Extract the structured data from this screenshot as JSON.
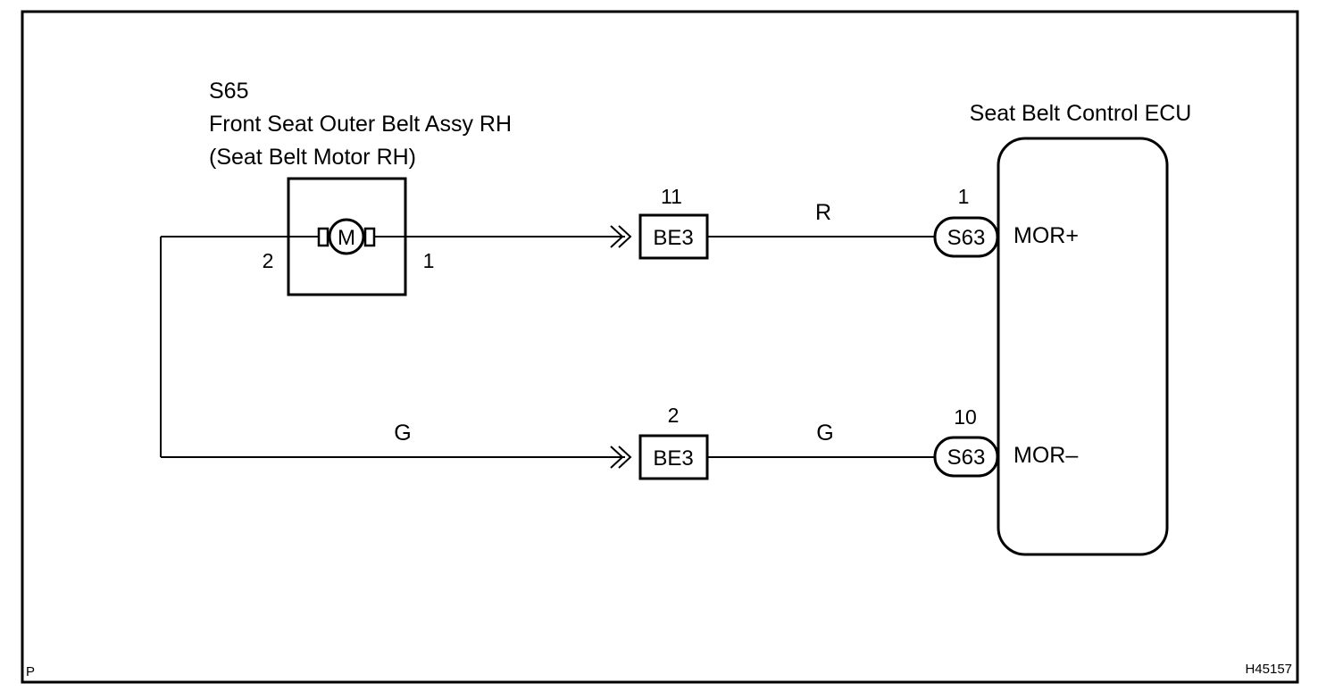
{
  "motor_component": {
    "code": "S65",
    "name": "Front Seat Outer Belt Assy RH",
    "subname": "(Seat Belt Motor RH)",
    "symbol": "M",
    "pin_left": "2",
    "pin_right": "1"
  },
  "ecu": {
    "name": "Seat Belt Control ECU",
    "terminal_top": "MOR+",
    "terminal_bottom": "MOR–"
  },
  "junction_top": {
    "label": "BE3",
    "pin": "11"
  },
  "junction_bottom": {
    "label": "BE3",
    "pin": "2"
  },
  "ecu_connector_top": {
    "label": "S63",
    "pin": "1"
  },
  "ecu_connector_bottom": {
    "label": "S63",
    "pin": "10"
  },
  "wires": {
    "top_color": "R",
    "bottom_left_color": "G",
    "bottom_right_color": "G"
  },
  "footer": {
    "left_mark": "P",
    "figure_id": "H45157"
  }
}
